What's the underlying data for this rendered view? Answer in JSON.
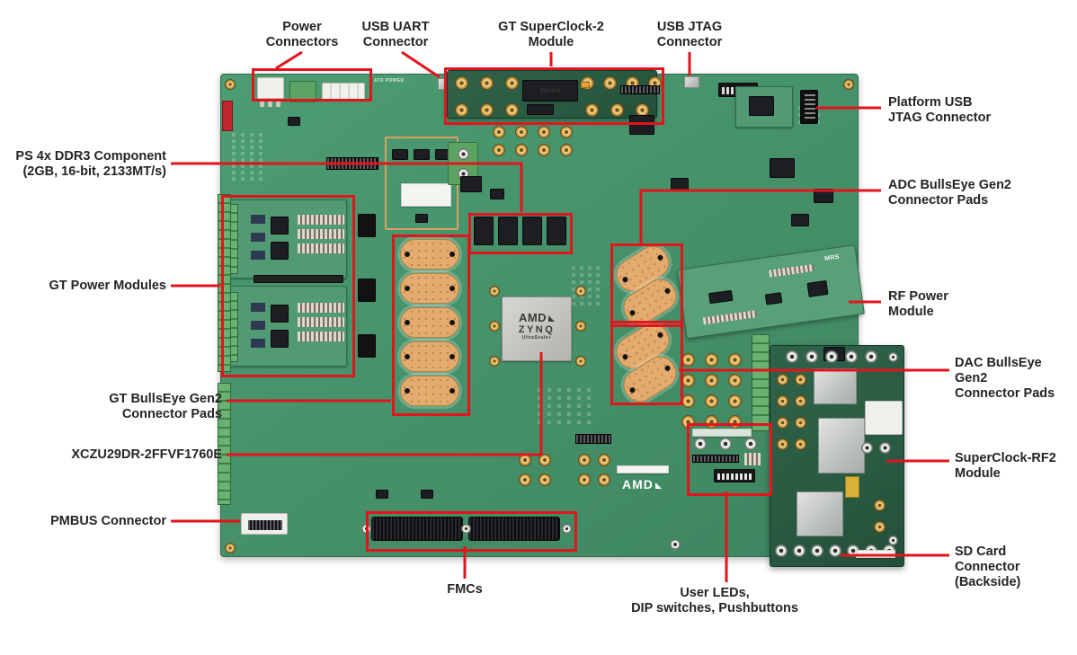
{
  "meta": {
    "description": "Annotated photo diagram of an AMD Zynq UltraScale+ RFSoC evaluation board"
  },
  "colors": {
    "annotation_red": "#e2141c",
    "label_text": "#272324",
    "board_green": "#459069",
    "module_dark_green": "#2a5a42",
    "bullseye_pad_tan": "#e3ab6f",
    "background": "#ffffff"
  },
  "labels": {
    "power_connectors": [
      "Power",
      "Connectors"
    ],
    "usb_uart": [
      "USB UART",
      "Connector"
    ],
    "gt_superclock2": [
      "GT SuperClock-2",
      "Module"
    ],
    "usb_jtag": [
      "USB JTAG",
      "Connector"
    ],
    "platform_usb_jtag": [
      "Platform USB",
      "JTAG Connector"
    ],
    "adc_bullseye": [
      "ADC BullsEye Gen2",
      "Connector Pads"
    ],
    "rf_power": [
      "RF Power",
      "Module"
    ],
    "dac_bullseye": [
      "DAC BullsEye Gen2",
      "Connector Pads"
    ],
    "superclock_rf2": [
      "SuperClock-RF2",
      "Module"
    ],
    "sd_card": [
      "SD Card",
      "Connector",
      "(Backside)"
    ],
    "ps_ddr3": [
      "PS 4x DDR3 Component",
      "(2GB, 16-bit, 2133MT/s)"
    ],
    "gt_power_modules": [
      "GT Power Modules"
    ],
    "gt_bullseye": [
      "GT BullsEye Gen2",
      "Connector Pads"
    ],
    "fpga_part": [
      "XCZU29DR-2FFVF1760E"
    ],
    "pmbus": [
      "PMBUS Connector"
    ],
    "fmcs": [
      "FMCs"
    ],
    "user_leds": [
      "User LEDs,",
      "DIP switches, Pushbuttons"
    ]
  },
  "silkscreen": {
    "atx_power": "ATX POWER",
    "xilinx": "XILINX",
    "chip_brand": "AMD",
    "chip_name": "ZYNQ",
    "chip_sub": "UltraScale+",
    "amd_logo": "AMD",
    "mrs": "MRS"
  }
}
